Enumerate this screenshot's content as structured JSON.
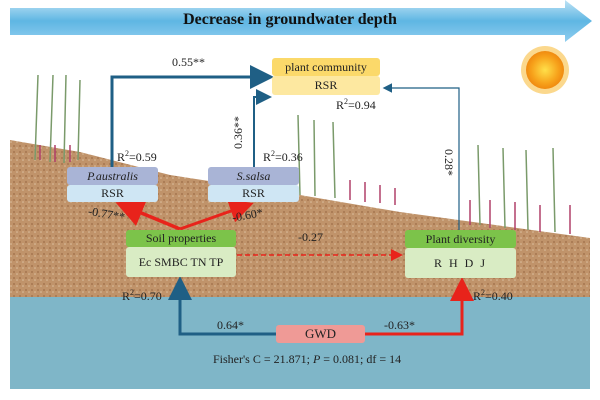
{
  "banner": {
    "title": "Decrease in groundwater depth"
  },
  "nodes": {
    "plant_community": {
      "title": "plant community",
      "content": "RSR",
      "r2": "0.94"
    },
    "p_australis": {
      "title": "P.australis",
      "content": "RSR",
      "r2": "0.59"
    },
    "s_salsa": {
      "title": "S.salsa",
      "content": "RSR",
      "r2": "0.36"
    },
    "soil": {
      "title": "Soil properties",
      "content": "Ec SMBC TN TP",
      "r2": "0.70"
    },
    "diversity": {
      "title": "Plant diversity",
      "content": "R H D J",
      "r2": "0.40"
    },
    "gwd": {
      "title": "GWD"
    }
  },
  "r2_prefix": "R",
  "r2_sup": "2",
  "r2_eq": "=",
  "paths": {
    "pa_to_pc": "0.55**",
    "ss_to_pc": "0.36**",
    "div_to_pc": "0.28*",
    "soil_to_pa": "-0.77**",
    "soil_to_ss": "-0.60*",
    "soil_to_div": "-0.27",
    "gwd_to_soil": "0.64*",
    "gwd_to_div": "-0.63*"
  },
  "fit": {
    "text_a": "Fisher's C = 21.871; ",
    "p_label": "P",
    "text_b": " = 0.081; df = 14"
  },
  "colors": {
    "positive": "#1f5f85",
    "negative": "#e8231b",
    "soil": "#b98a5e",
    "water": "#7fb6c8"
  }
}
